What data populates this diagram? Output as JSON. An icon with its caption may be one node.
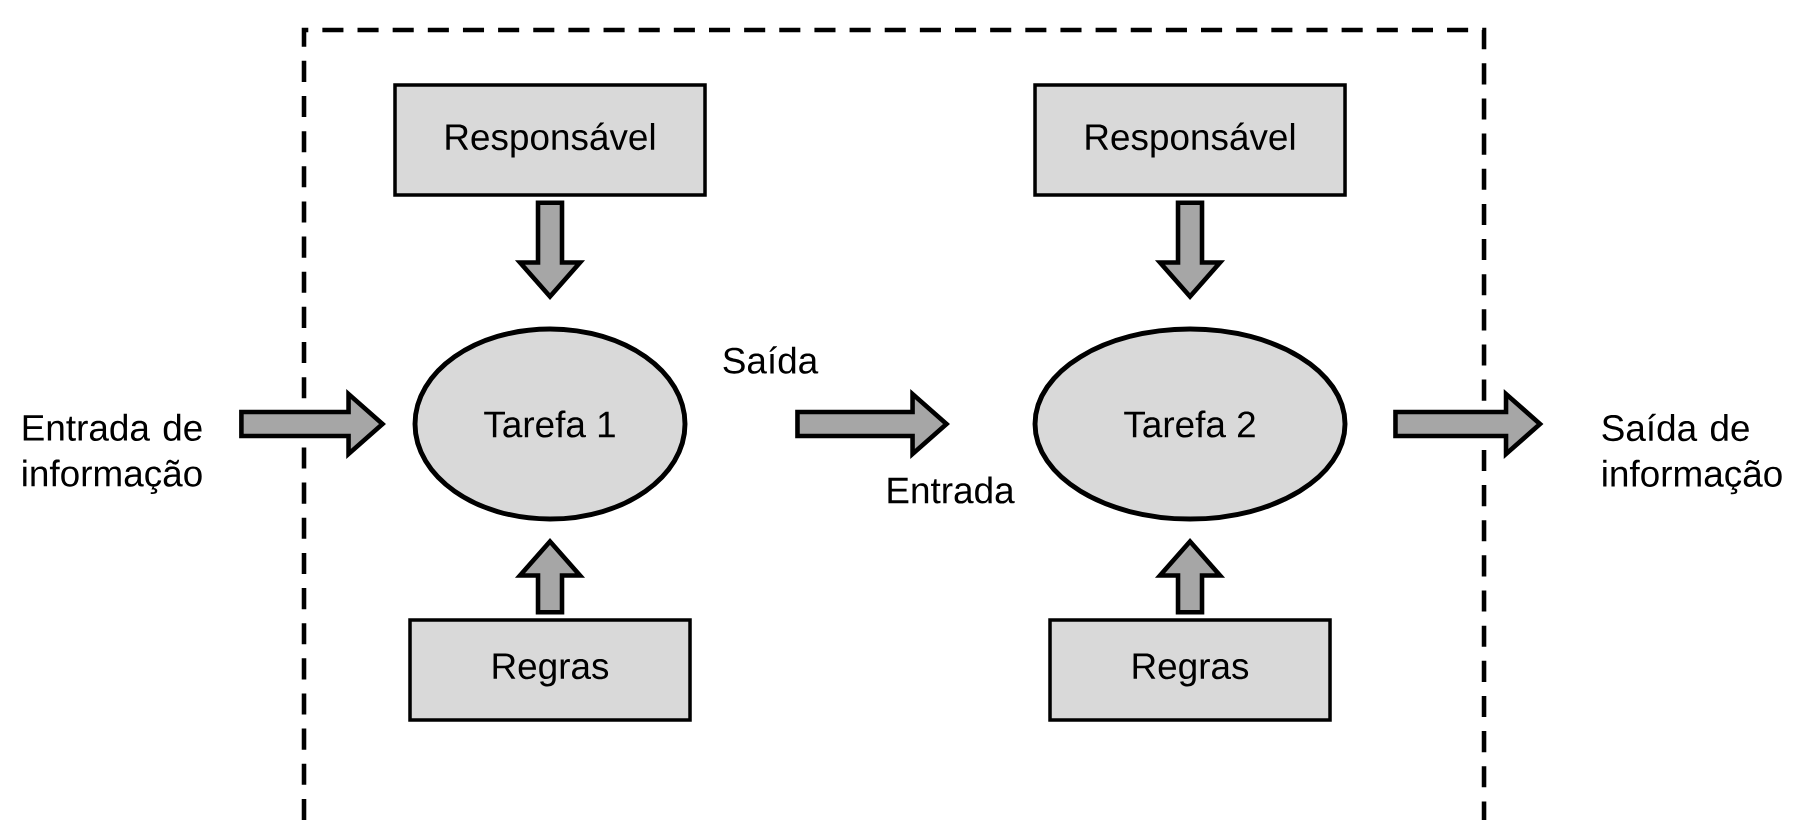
{
  "diagram": {
    "nodes": [
      {
        "text": [
          "Entrada de informação"
        ]
      },
      {
        "text": [
          "Responsável"
        ]
      },
      {
        "text": [
          "Tarefa 1"
        ],
        "beside": [
          "Saída"
        ]
      },
      {
        "text": [
          "Regras"
        ]
      },
      {
        "text": [
          "Responsável"
        ]
      },
      {
        "text": [
          "Tarefa 2"
        ],
        "beside": [
          "Entrada"
        ]
      },
      {
        "text": [
          "Regras"
        ]
      },
      {
        "text": [
          "Saída de informação"
        ]
      }
    ],
    "edges": [
      {
        "from": 0,
        "to": 2,
        "arrow": "to"
      },
      {
        "from": 1,
        "to": 2,
        "arrow": "to"
      },
      {
        "from": 3,
        "to": 2,
        "arrow": "to"
      },
      {
        "from": 2,
        "to": 5,
        "arrow": "to"
      },
      {
        "from": 4,
        "to": 5,
        "arrow": "to"
      },
      {
        "from": 6,
        "to": 5,
        "arrow": "to"
      },
      {
        "from": 5,
        "to": 7,
        "arrow": "to"
      }
    ]
  }
}
